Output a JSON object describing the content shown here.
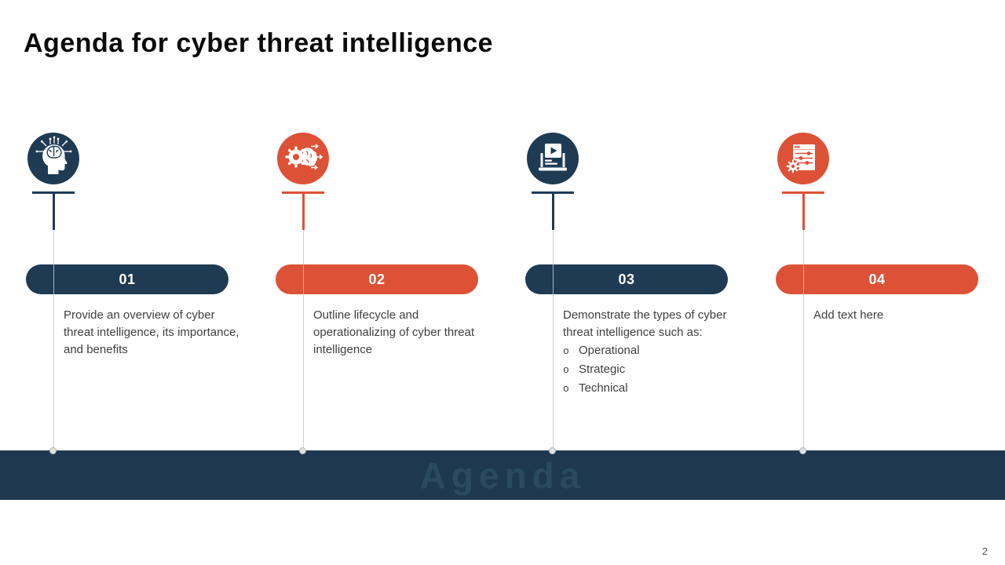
{
  "slide": {
    "title": "Agenda for cyber threat intelligence",
    "footer_banner": "Agenda",
    "page_number": "2"
  },
  "ui": {
    "bullet_marker": "o"
  },
  "colors": {
    "navy": "#1F3B54",
    "orange": "#DD5236",
    "footer_band": "#1E384F",
    "footer_text": "#2B4A61",
    "body_text": "#3F3F3F",
    "connector_line": "#C3C9CF"
  },
  "items": [
    {
      "number": "01",
      "accent": "navy",
      "icon": "ai-head-icon",
      "description": "Provide an overview of cyber threat intelligence, its importance, and benefits",
      "bullets": []
    },
    {
      "number": "02",
      "accent": "orange",
      "icon": "gear-brain-icon",
      "description": "Outline lifecycle and operationalizing of cyber threat intelligence",
      "bullets": []
    },
    {
      "number": "03",
      "accent": "navy",
      "icon": "presentation-video-icon",
      "description": "Demonstrate the types of cyber threat intelligence such as:",
      "bullets": [
        "Operational",
        "Strategic",
        "Technical"
      ]
    },
    {
      "number": "04",
      "accent": "orange",
      "icon": "settings-window-icon",
      "description": "Add text here",
      "bullets": []
    }
  ]
}
